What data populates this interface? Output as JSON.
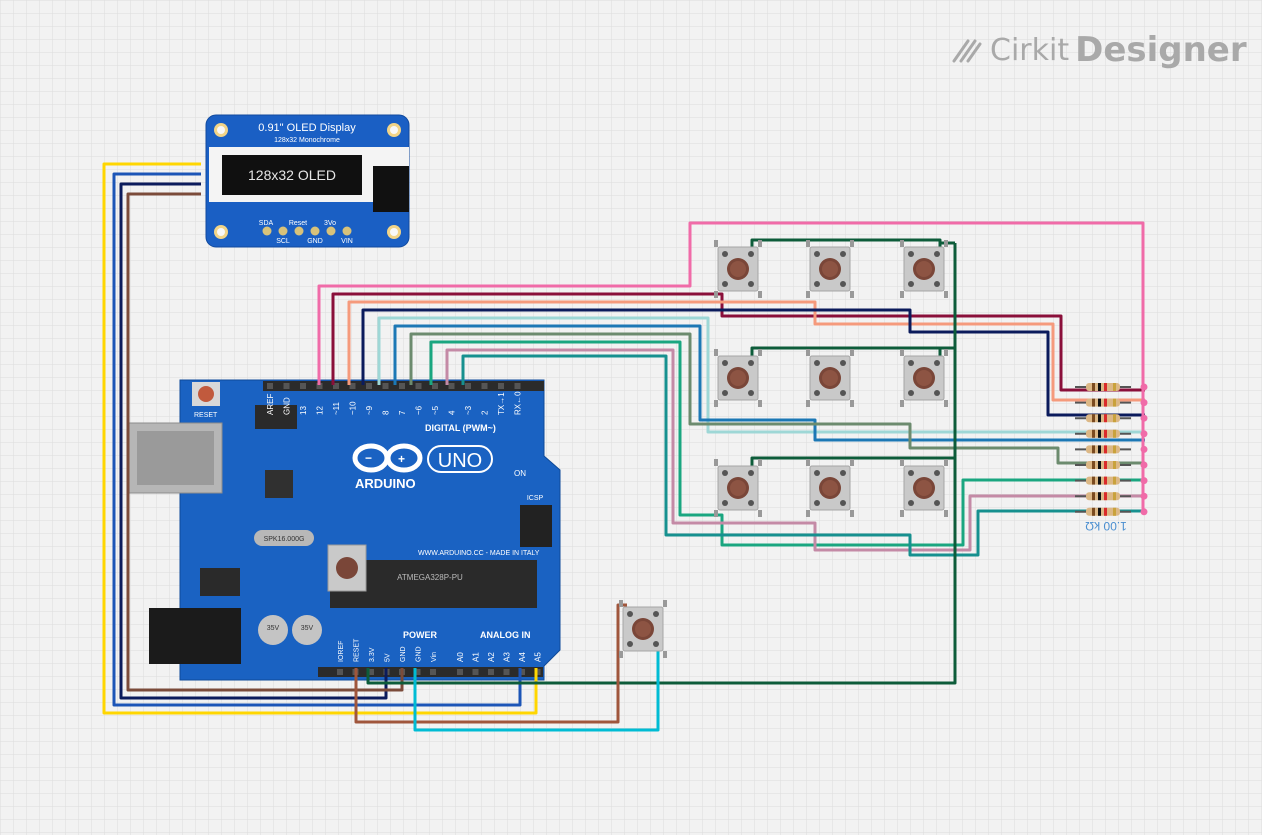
{
  "watermark": {
    "brand": "Cirkit",
    "product": "Designer"
  },
  "oled": {
    "title": "0.91\" OLED Display",
    "subtitle": "128x32 Monochrome",
    "screen_text": "128x32 OLED",
    "pin_labels_top": [
      "SDA",
      "Reset",
      "3Vo"
    ],
    "pin_labels_bottom": [
      "SCL",
      "GND",
      "VIN"
    ]
  },
  "arduino": {
    "brand": "ARDUINO",
    "model": "UNO",
    "reset_label": "RESET",
    "digital_label": "DIGITAL (PWM~)",
    "power_label": "POWER",
    "analog_label": "ANALOG IN",
    "on_label": "ON",
    "icsp_label": "ICSP",
    "website": "WWW.ARDUINO.CC - MADE IN ITALY",
    "chip_label": "ATMEGA328P-PU",
    "crystal_label": "SPK16.000G",
    "top_pins": [
      "AREF",
      "GND",
      "13",
      "12",
      "~11",
      "~10",
      "~9",
      "8",
      "7",
      "~6",
      "~5",
      "4",
      "~3",
      "2",
      "TX→1",
      "RX←0"
    ],
    "power_pins": [
      "IOREF",
      "RESET",
      "3.3V",
      "5V",
      "GND",
      "GND",
      "Vin"
    ],
    "analog_pins": [
      "A0",
      "A1",
      "A2",
      "A3",
      "A4",
      "A5"
    ]
  },
  "resistors": {
    "value_label": "1.00 kΩ",
    "count": 9
  },
  "colors": {
    "background": "#f2f2f2",
    "grid": "#dcdcdc",
    "board": "#1565b8",
    "wire_yellow": "#ffd600",
    "wire_blue": "#1c55b7",
    "wire_navy": "#0b1b5c",
    "wire_brown": "#7b4b3a",
    "wire_pink": "#f06ba8",
    "wire_maroon": "#8a0f3a",
    "wire_salmon": "#f59a7c",
    "wire_lightblue": "#9ed7d6",
    "wire_steelblue": "#1c78b5",
    "wire_olive": "#6c8b6e",
    "wire_teal": "#1aa680",
    "wire_mauve": "#c48aa6",
    "wire_cyan": "#00bcd4",
    "wire_darkgreen": "#0d5c3a",
    "wire_darkteal": "#16908f",
    "wire_rust": "#a0563c"
  }
}
